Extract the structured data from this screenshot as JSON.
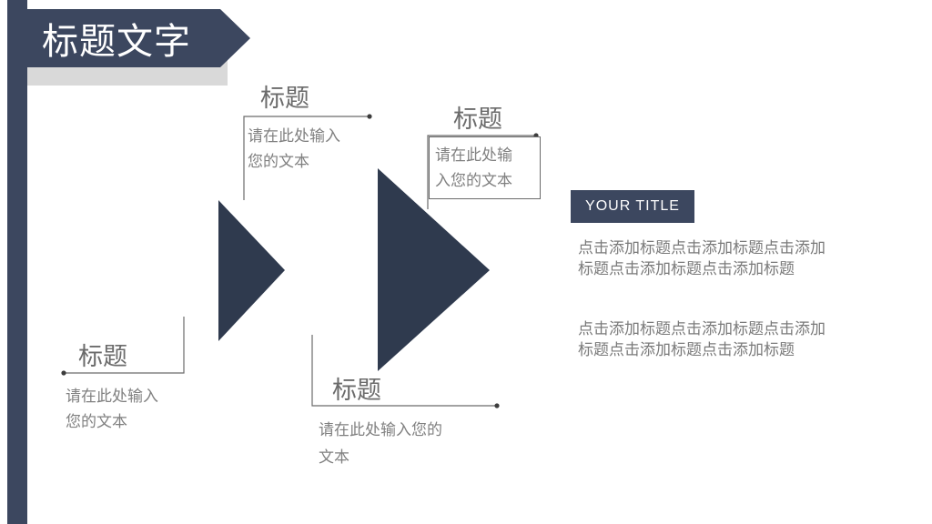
{
  "colors": {
    "primary": "#3c475f",
    "accent": "#2f3a4e",
    "shadow": "#d9d9d9",
    "heading": "#6b6b6b",
    "text": "#808080"
  },
  "header": {
    "title": "标题文字"
  },
  "blocks": [
    {
      "title": "标题",
      "text_line1": "请在此处输入",
      "text_line2": "您的文本"
    },
    {
      "title": "标题",
      "text_line1": "请在此处输",
      "text_line2": "入您的文本"
    },
    {
      "title": "标题",
      "text_line1": "请在此处输入",
      "text_line2": "您的文本"
    },
    {
      "title": "标题",
      "text_line1": "请在此处输入您的",
      "text_line2": "文本"
    }
  ],
  "right_panel": {
    "tag": "YOUR TITLE",
    "paragraphs": [
      {
        "line1": "点击添加标题点击添加标题点击添加",
        "line2": "标题点击添加标题点击添加标题"
      },
      {
        "line1": "点击添加标题点击添加标题点击添加",
        "line2": "标题点击添加标题点击添加标题"
      }
    ]
  }
}
